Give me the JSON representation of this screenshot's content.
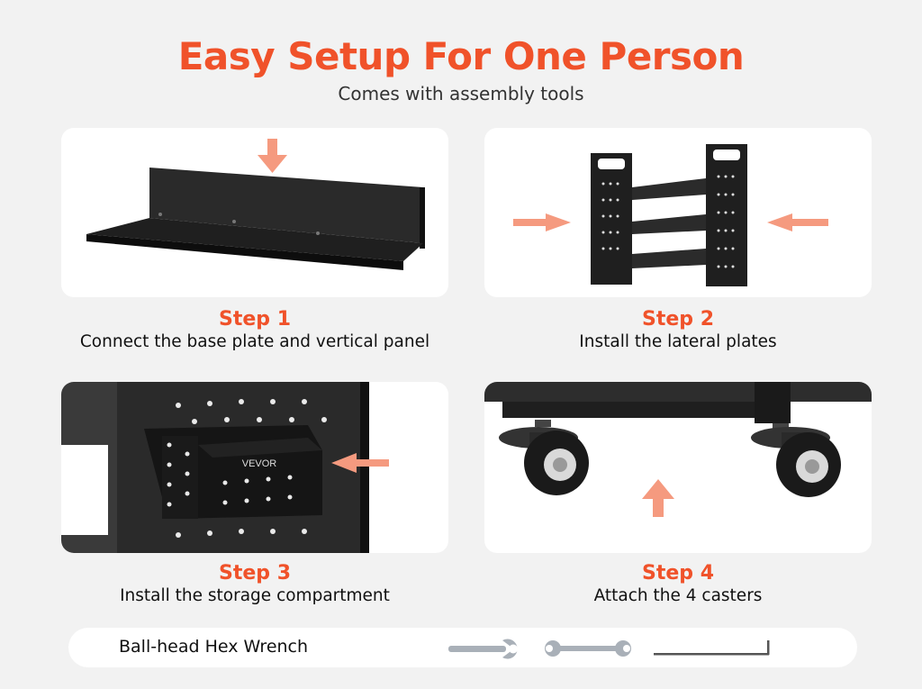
{
  "header": {
    "title": "Easy Setup For One Person",
    "subtitle": "Comes with assembly tools"
  },
  "steps": [
    {
      "label": "Step 1",
      "description": "Connect the base plate and vertical panel"
    },
    {
      "label": "Step 2",
      "description": "Install the lateral plates"
    },
    {
      "label": "Step 3",
      "description": "Install the storage compartment"
    },
    {
      "label": "Step 4",
      "description": "Attach the 4 casters"
    }
  ],
  "step3_image": {
    "brand_text": "VEVOR"
  },
  "tools": {
    "label": "Ball-head Hex Wrench",
    "icons": [
      "open-end-wrench-icon",
      "double-wrench-icon",
      "hex-key-icon"
    ]
  },
  "colors": {
    "accent": "#f0522a",
    "arrow": "#f59a7f",
    "panel_black": "#1c1c1c"
  }
}
